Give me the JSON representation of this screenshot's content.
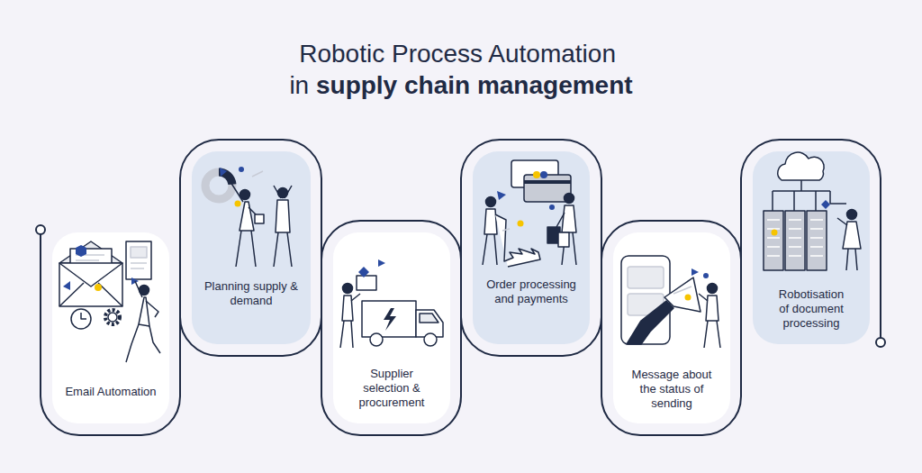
{
  "diagram": {
    "title": "Robotic Process Automation in supply chain management",
    "nodes": [
      {
        "text": [
          "Email Automation"
        ]
      },
      {
        "text": [
          "Planning supply & demand"
        ]
      },
      {
        "text": [
          "Supplier selection & procurement"
        ]
      },
      {
        "text": [
          "Order processing and payments"
        ]
      },
      {
        "text": [
          "Message about the status of sending"
        ]
      },
      {
        "text": [
          "Robotisation of document processing"
        ]
      }
    ]
  }
}
